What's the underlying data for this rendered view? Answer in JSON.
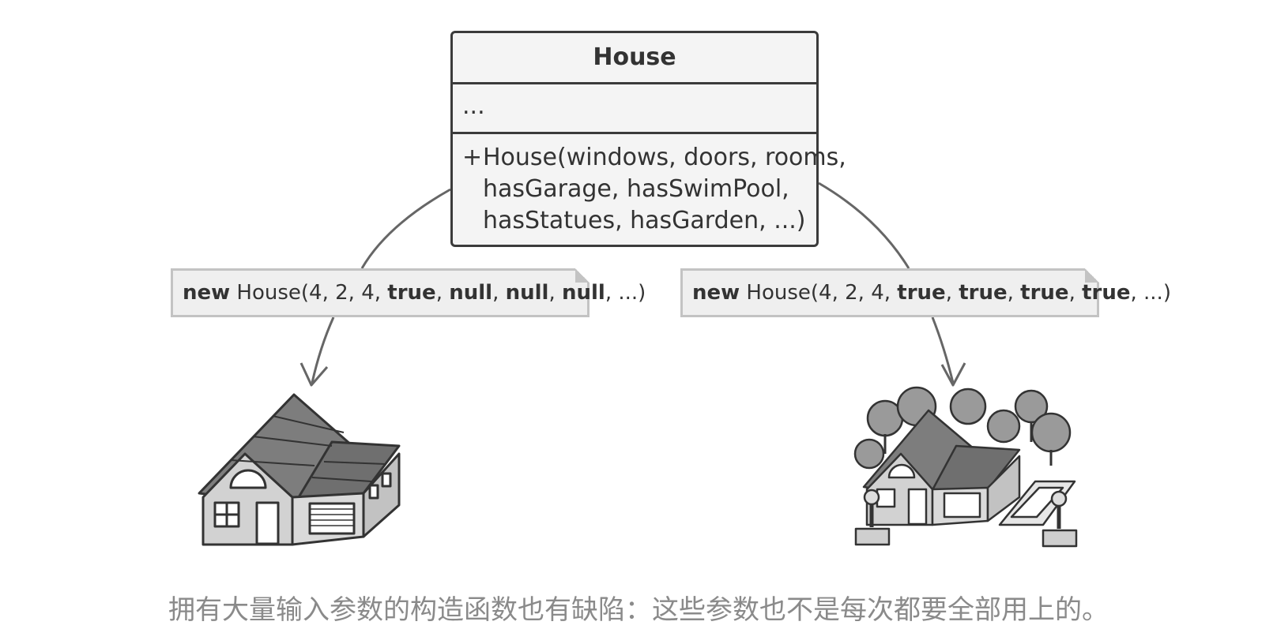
{
  "uml": {
    "class_name": "House",
    "attributes": "...",
    "operation": {
      "visibility": "+",
      "lines": [
        "House(windows, doors, rooms,",
        "hasGarage, hasSwimPool,",
        "hasStatues, hasGarden, ...)"
      ]
    }
  },
  "notes": {
    "left": {
      "keyword": "new",
      "call": " House(4, 2, 4, ",
      "args": [
        "true",
        "null",
        "null",
        "null"
      ],
      "tail": ", ...)"
    },
    "right": {
      "keyword": "new",
      "call": " House(4, 2, 4, ",
      "args": [
        "true",
        "true",
        "true",
        "true"
      ],
      "tail": ", ...)"
    }
  },
  "illustrations": {
    "left": "simple-house-icon",
    "right": "luxury-house-with-garden-icon"
  },
  "caption": "拥有大量输入参数的构造函数也有缺陷：这些参数也不是每次都要全部用上的。",
  "colors": {
    "border": "#3b3b3b",
    "note_fill": "#efefef",
    "note_border": "#c3c3c3",
    "arrow": "#666666",
    "caption": "#8a8a8a"
  }
}
